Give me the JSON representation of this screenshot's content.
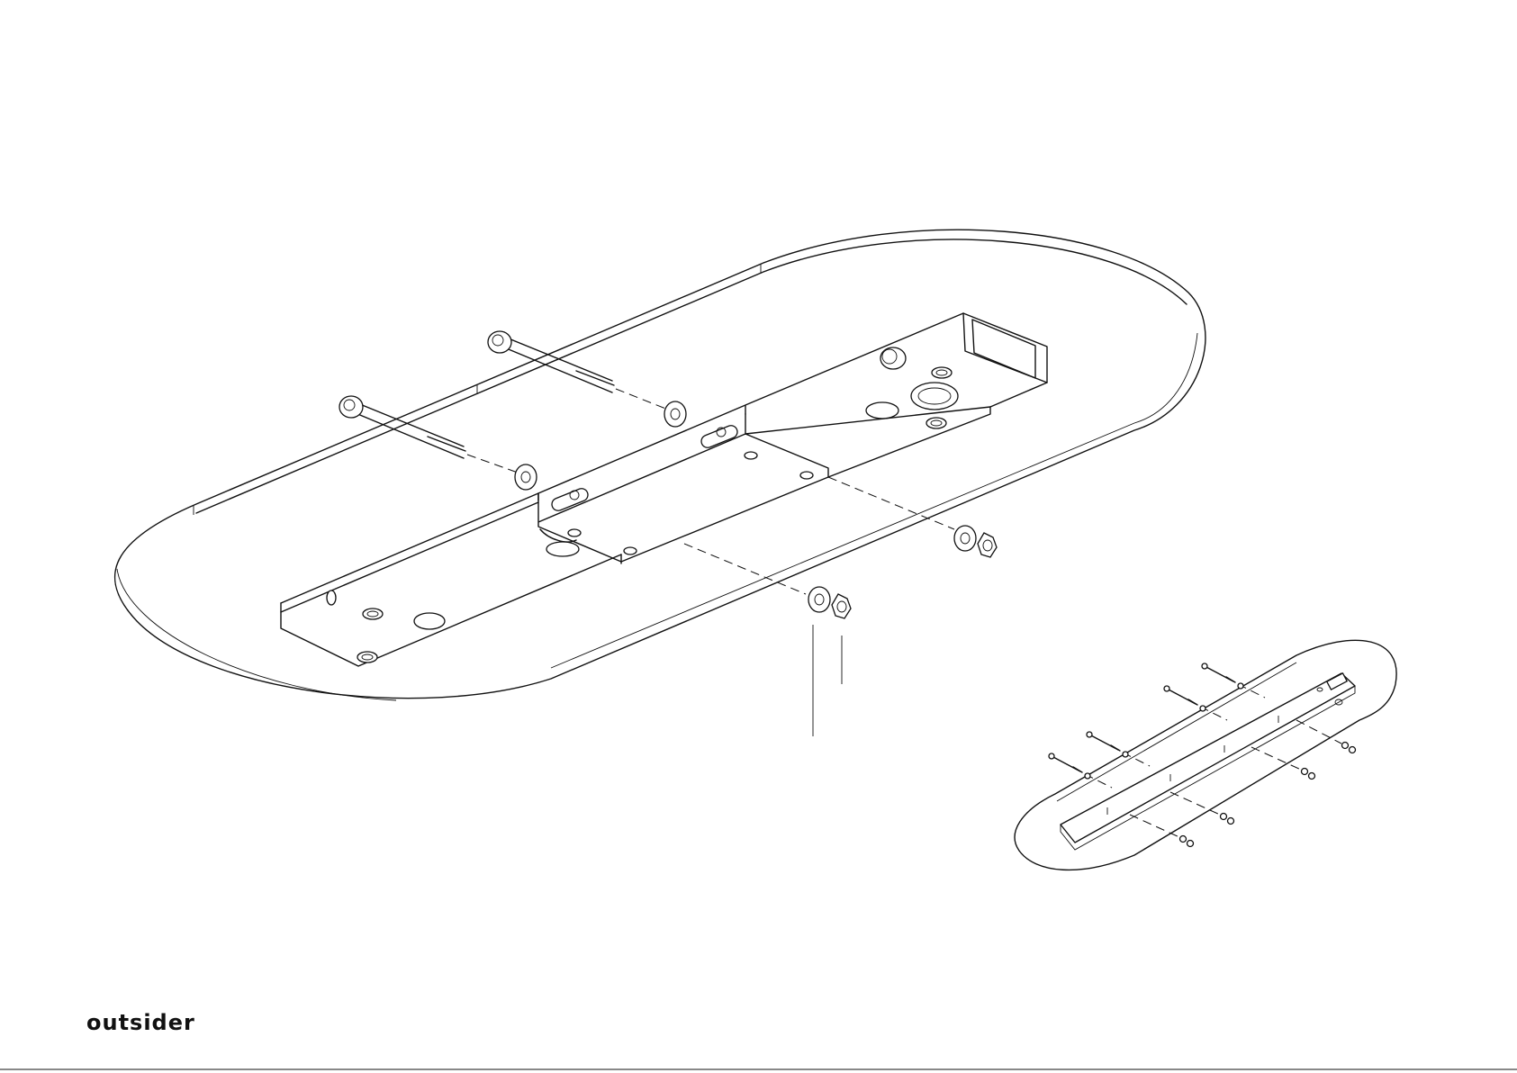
{
  "brand": {
    "logo_text": "outsider"
  },
  "diagram": {
    "main_view": {
      "parts": [
        "tabletop",
        "support-rail",
        "bolt",
        "bolt",
        "washer",
        "washer",
        "washer",
        "washer",
        "nut",
        "nut"
      ]
    },
    "overview": {
      "parts": [
        "tabletop",
        "support-rail",
        "bolt",
        "bolt",
        "bolt",
        "bolt",
        "washer",
        "nut"
      ]
    }
  }
}
